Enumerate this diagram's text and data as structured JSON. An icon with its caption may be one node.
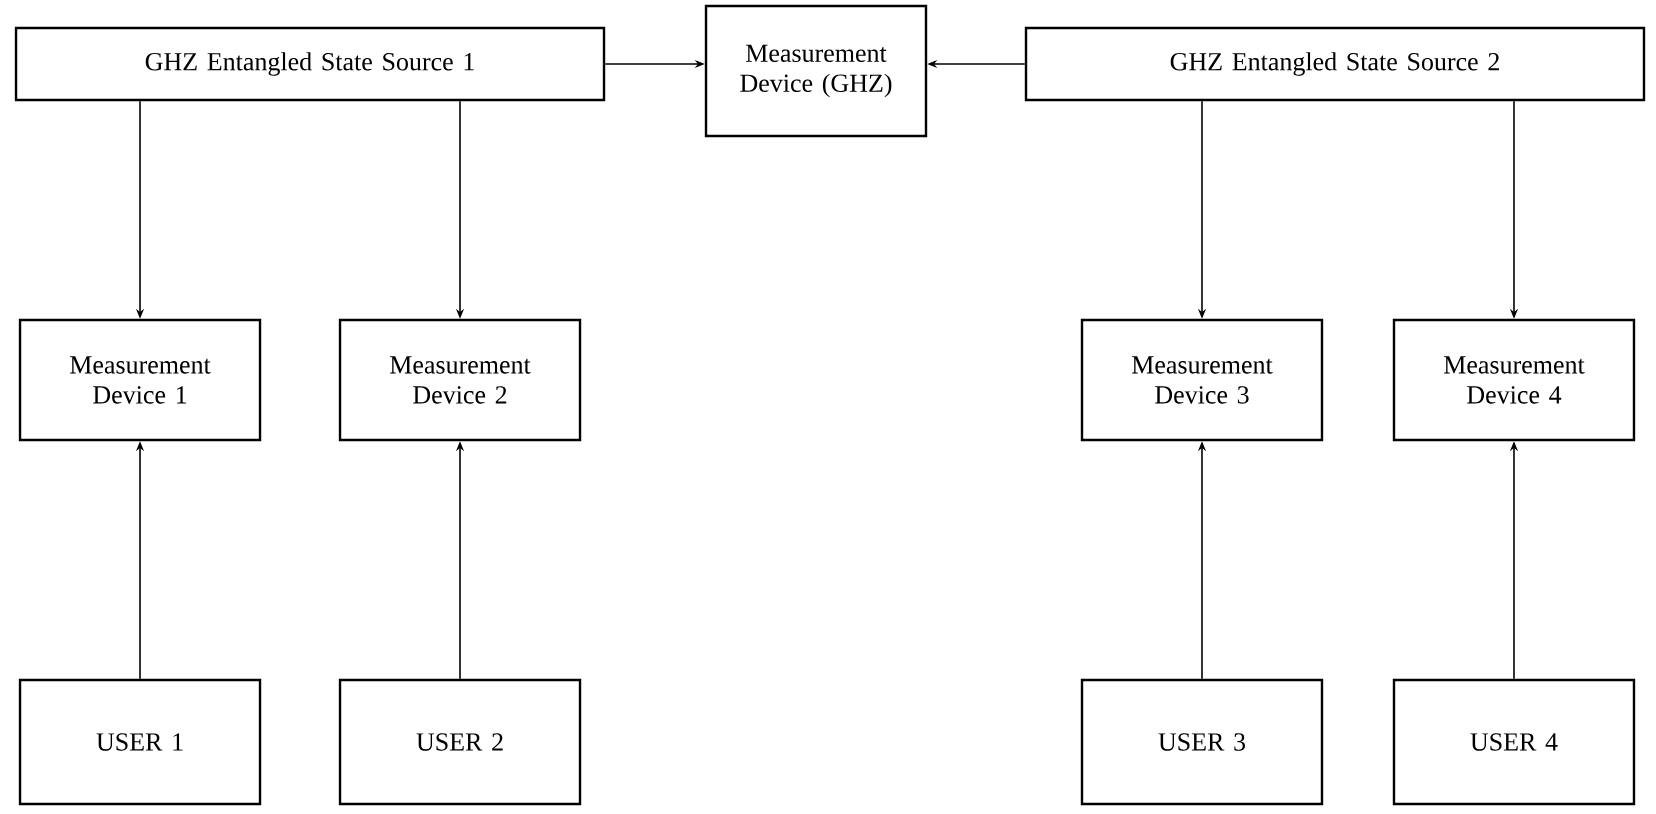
{
  "diagram": {
    "nodes": [
      {
        "text": [
          "GHZ Entangled State Source 1"
        ]
      },
      {
        "text": [
          "Measurement Device (GHZ)"
        ]
      },
      {
        "text": [
          "GHZ Entangled State Source 2"
        ]
      },
      {
        "text": [
          "Measurement Device 1"
        ]
      },
      {
        "text": [
          "Measurement Device 2"
        ]
      },
      {
        "text": [
          "Measurement Device 3"
        ]
      },
      {
        "text": [
          "Measurement Device 4"
        ]
      },
      {
        "text": [
          "USER 1"
        ]
      },
      {
        "text": [
          "USER 2"
        ]
      },
      {
        "text": [
          "USER 3"
        ]
      },
      {
        "text": [
          "USER 4"
        ]
      }
    ],
    "edges": [
      {
        "from": 0,
        "to": 1,
        "arrow": "to"
      },
      {
        "from": 2,
        "to": 1,
        "arrow": "to"
      },
      {
        "from": 0,
        "to": 3,
        "arrow": "to"
      },
      {
        "from": 0,
        "to": 4,
        "arrow": "to"
      },
      {
        "from": 2,
        "to": 5,
        "arrow": "to"
      },
      {
        "from": 2,
        "to": 6,
        "arrow": "to"
      },
      {
        "from": 7,
        "to": 3,
        "arrow": "to"
      },
      {
        "from": 8,
        "to": 4,
        "arrow": "to"
      },
      {
        "from": 9,
        "to": 5,
        "arrow": "to"
      },
      {
        "from": 10,
        "to": 6,
        "arrow": "to"
      }
    ]
  }
}
